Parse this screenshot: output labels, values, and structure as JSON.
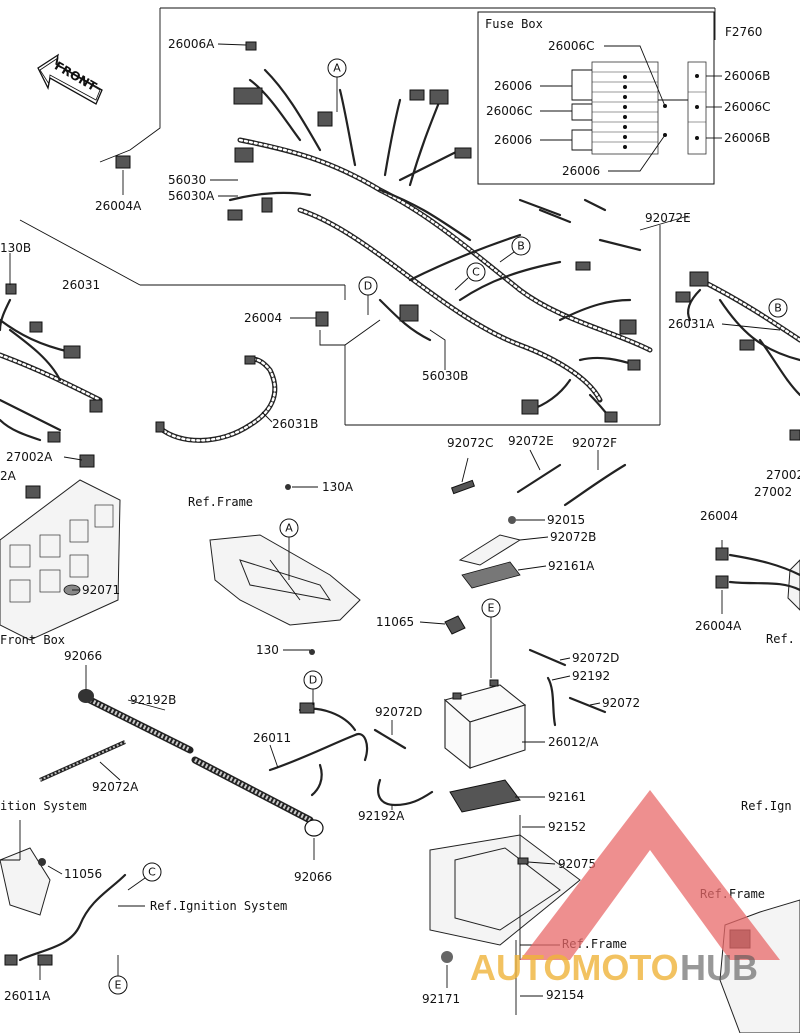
{
  "diagram": {
    "code": "F2760",
    "front_label": "FRONT",
    "fuse_box": {
      "title": "Fuse Box",
      "left_labels": [
        "26006C",
        "26006",
        "26006C",
        "26006",
        "26006"
      ],
      "right_labels": [
        "26006B",
        "26006C",
        "26006B"
      ]
    },
    "refs": {
      "a": "A",
      "b": "B",
      "c": "C",
      "d": "D",
      "e": "E"
    },
    "parts": {
      "p26006A": "26006A",
      "p26004A": "26004A",
      "p56030": "56030",
      "p56030A": "56030A",
      "p130B": "130B",
      "p26031": "26031",
      "p26004": "26004",
      "p56030B": "56030B",
      "p26031B": "26031B",
      "p92072E_top": "92072E",
      "p26031A": "26031A",
      "p27002A": "27002A",
      "p2A": "2A",
      "p92071": "92071",
      "p_front_box": "Front Box",
      "p_ref_frame_1": "Ref.Frame",
      "p130A": "130A",
      "p92072C": "92072C",
      "p92072E": "92072E",
      "p92072F": "92072F",
      "p92015": "92015",
      "p92072B": "92072B",
      "p92161A": "92161A",
      "p27002_r": "27002",
      "p27002_r2": "27002",
      "p26004_r": "26004",
      "p26004A_r": "26004A",
      "p_ref_r": "Ref.",
      "p11065": "11065",
      "p92066_top": "92066",
      "p92192B": "92192B",
      "p130": "130",
      "p92072D_top": "92072D",
      "p92192": "92192",
      "p92072": "92072",
      "p92072D": "92072D",
      "p26011": "26011",
      "p26012A": "26012/A",
      "p92072A": "92072A",
      "p_ition_system": "ition System",
      "p92161": "92161",
      "p92192A": "92192A",
      "p92152": "92152",
      "p_ref_ign_r": "Ref.Ign",
      "p11056": "11056",
      "p92075": "92075",
      "p92066_bottom": "92066",
      "p_ref_ignition": "Ref.Ignition System",
      "p_ref_frame_2": "Ref.Frame",
      "p_ref_frame_3": "Ref.Frame",
      "p26011A": "26011A",
      "p92171": "92171",
      "p92154": "92154"
    },
    "watermark": {
      "brand_a": "AUTOMOTO",
      "brand_b": "HUB",
      "color": "#e86a6a"
    }
  }
}
